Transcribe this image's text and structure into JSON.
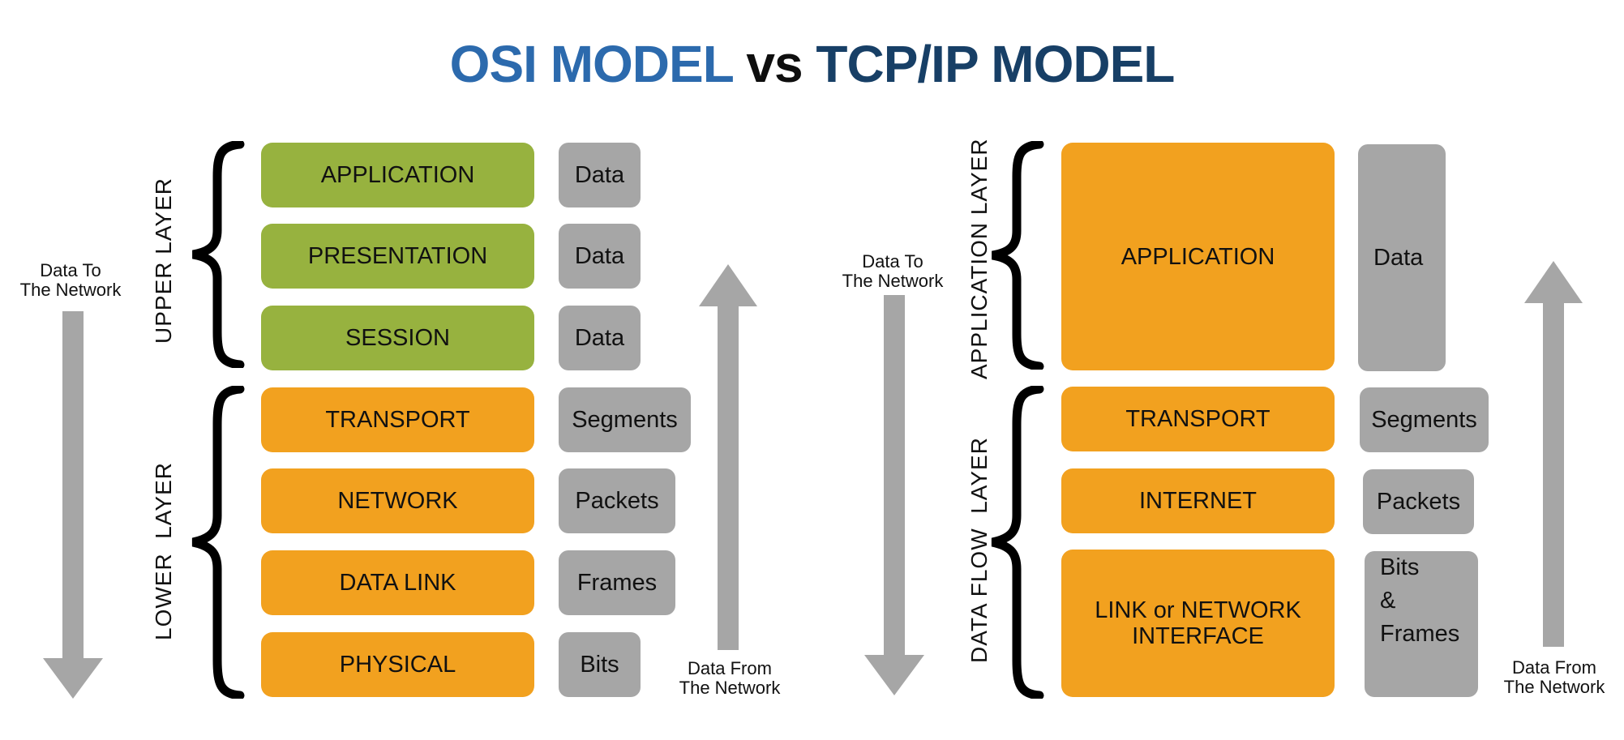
{
  "title": {
    "osi": "OSI MODEL",
    "vs": "vs",
    "tcp": "TCP/IP MODEL"
  },
  "colors": {
    "green": "#97b23f",
    "orange": "#f2a11f",
    "gray": "#a6a6a6",
    "arrow": "#a6a6a6",
    "osi_title": "#2c6aad",
    "tcp_title": "#173f66"
  },
  "osi": {
    "group_upper": "UPPER LAYER",
    "group_lower": "LOWER  LAYER",
    "layers": [
      "APPLICATION",
      "PRESENTATION",
      "SESSION",
      "TRANSPORT",
      "NETWORK",
      "DATA LINK",
      "PHYSICAL"
    ],
    "units": [
      "Data",
      "Data",
      "Data",
      "Segments",
      "Packets",
      "Frames",
      "Bits"
    ],
    "down_caption": [
      "Data To",
      "The Network"
    ],
    "up_caption": [
      "Data From",
      "The Network"
    ]
  },
  "tcp": {
    "group_app": "APPLICATION LAYER",
    "group_flow": "DATA FLOW  LAYER",
    "layers": [
      "APPLICATION",
      "TRANSPORT",
      "INTERNET",
      "LINK or NETWORK",
      "INTERFACE"
    ],
    "units": [
      "Data",
      "Segments",
      "Packets",
      "Bits",
      "&",
      "Frames"
    ],
    "down_caption": [
      "Data To",
      "The Network"
    ],
    "up_caption": [
      "Data From",
      "The Network"
    ]
  }
}
